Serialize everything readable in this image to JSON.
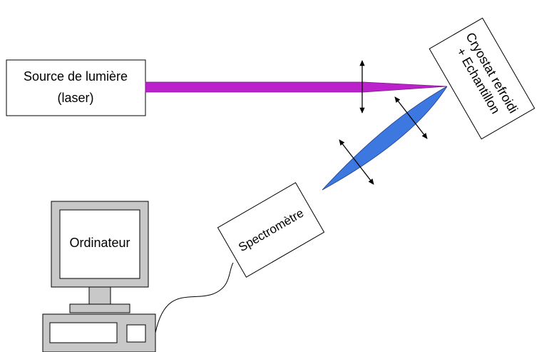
{
  "source": {
    "line1": "Source de lumière",
    "line2": "(laser)"
  },
  "cryostat": {
    "line1": "Cryostat refroidi",
    "line2": "+ Echantillon"
  },
  "spectrometer": {
    "label": "Spectromètre"
  },
  "computer": {
    "label": "Ordinateur"
  },
  "colors": {
    "laser_beam": "#bb22cc",
    "scattered_light": "#3d78e0",
    "monitor_bezel": "#c8c8c8",
    "outline": "#000000"
  }
}
